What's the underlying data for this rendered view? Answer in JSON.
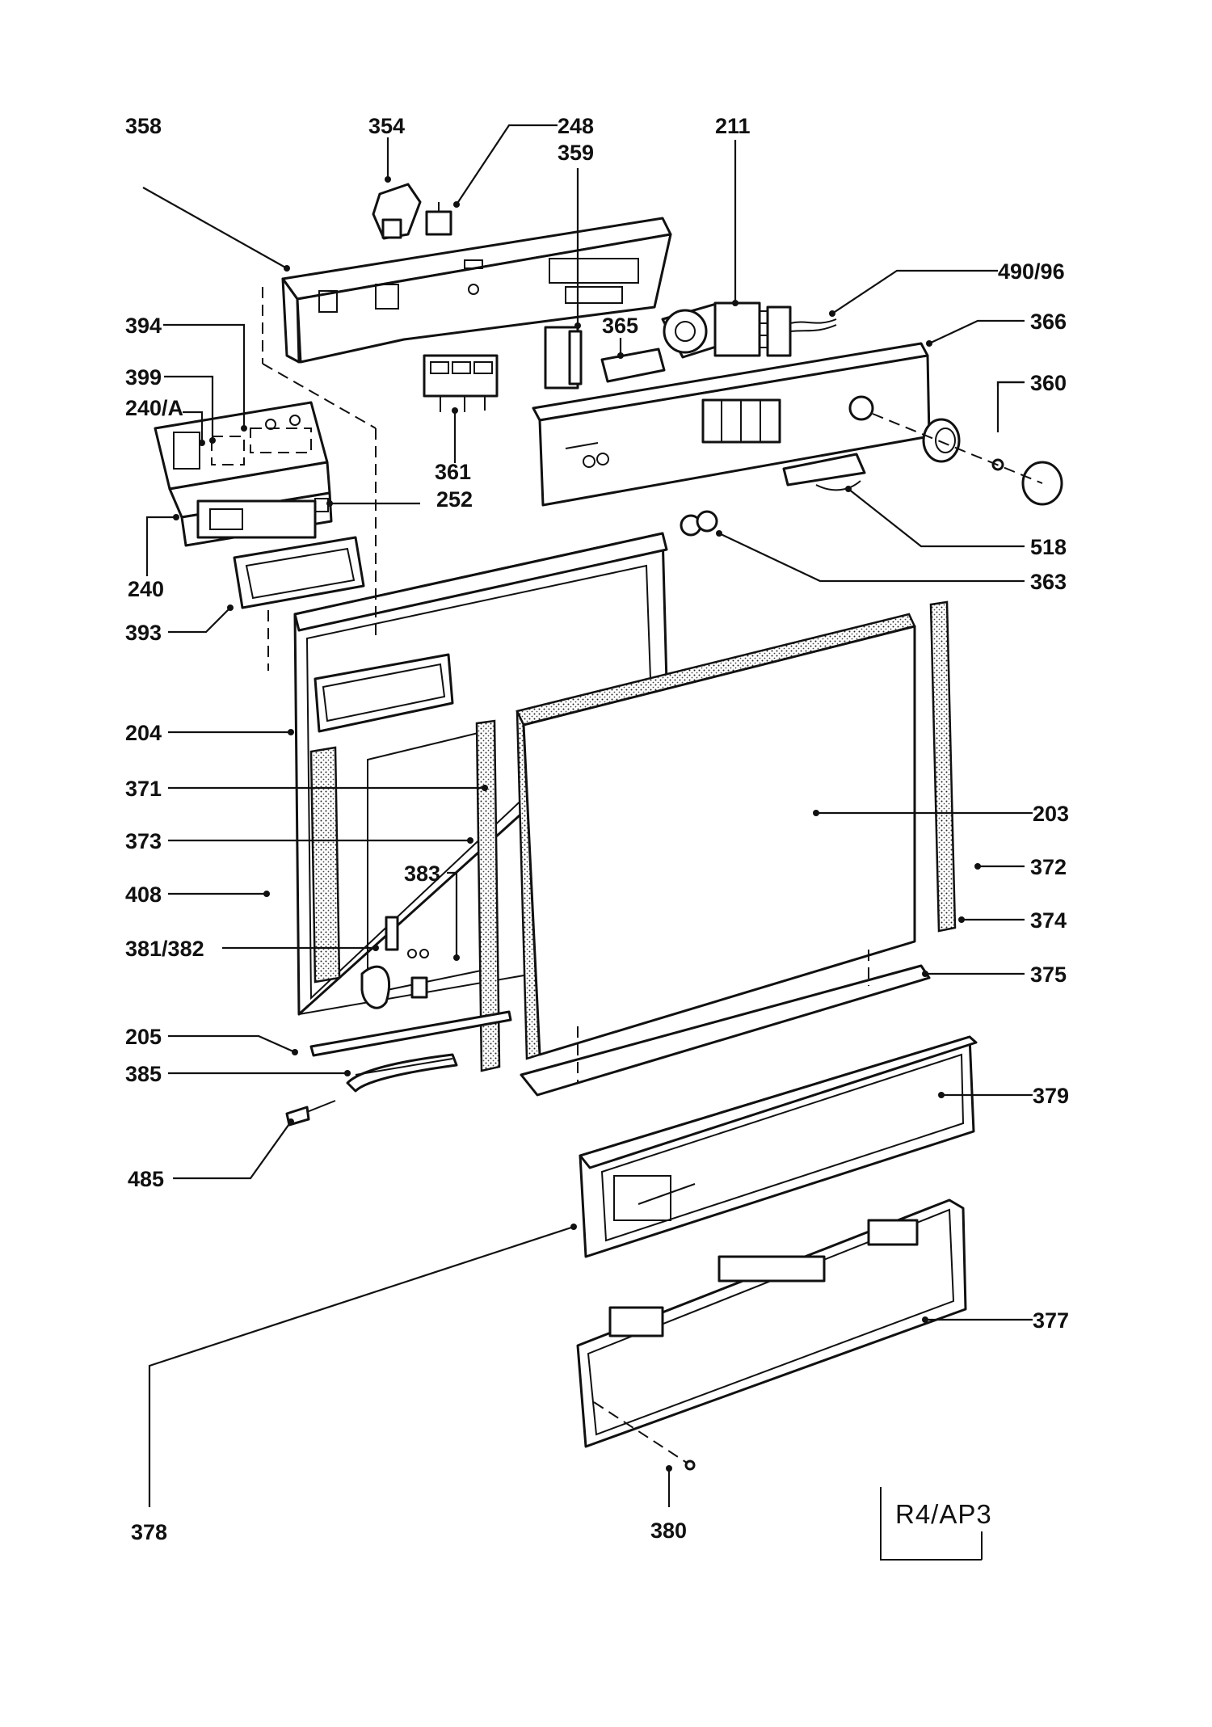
{
  "diagram": {
    "labels": [
      {
        "id": "358",
        "text": "358"
      },
      {
        "id": "354",
        "text": "354"
      },
      {
        "id": "248",
        "text": "248"
      },
      {
        "id": "359",
        "text": "359"
      },
      {
        "id": "211",
        "text": "211"
      },
      {
        "id": "490-96",
        "text": "490/96"
      },
      {
        "id": "394",
        "text": "394"
      },
      {
        "id": "365",
        "text": "365"
      },
      {
        "id": "366",
        "text": "366"
      },
      {
        "id": "399",
        "text": "399"
      },
      {
        "id": "240a",
        "text": "240/A"
      },
      {
        "id": "360",
        "text": "360"
      },
      {
        "id": "361",
        "text": "361"
      },
      {
        "id": "252",
        "text": "252"
      },
      {
        "id": "518",
        "text": "518"
      },
      {
        "id": "240",
        "text": "240"
      },
      {
        "id": "363",
        "text": "363"
      },
      {
        "id": "393",
        "text": "393"
      },
      {
        "id": "204",
        "text": "204"
      },
      {
        "id": "371",
        "text": "371"
      },
      {
        "id": "203",
        "text": "203"
      },
      {
        "id": "373",
        "text": "373"
      },
      {
        "id": "383",
        "text": "383"
      },
      {
        "id": "372",
        "text": "372"
      },
      {
        "id": "408",
        "text": "408"
      },
      {
        "id": "374",
        "text": "374"
      },
      {
        "id": "381-382",
        "text": "381/382"
      },
      {
        "id": "375",
        "text": "375"
      },
      {
        "id": "205",
        "text": "205"
      },
      {
        "id": "385",
        "text": "385"
      },
      {
        "id": "379",
        "text": "379"
      },
      {
        "id": "485",
        "text": "485"
      },
      {
        "id": "377",
        "text": "377"
      },
      {
        "id": "378",
        "text": "378"
      },
      {
        "id": "380",
        "text": "380"
      }
    ],
    "reference_code": "R4/AP3"
  }
}
